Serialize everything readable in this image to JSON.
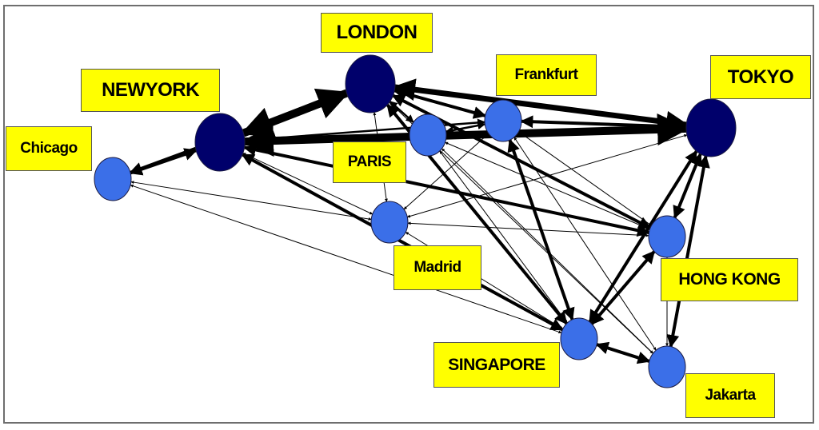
{
  "colors": {
    "global_city": "#00006b",
    "regional_city": "#3b6fe8",
    "label_bg": "#ffff00",
    "edge": "#000000"
  },
  "cities": {
    "london": "LONDON",
    "newyork": "NEWYORK",
    "tokyo": "TOKYO",
    "paris": "PARIS",
    "frankfurt": "Frankfurt",
    "chicago": "Chicago",
    "madrid": "Madrid",
    "hongkong": "HONG KONG",
    "singapore": "SINGAPORE",
    "jakarta": "Jakarta"
  },
  "node_tiers": {
    "london": "global",
    "newyork": "global",
    "tokyo": "global",
    "paris": "regional",
    "frankfurt": "regional",
    "chicago": "regional",
    "madrid": "regional",
    "hongkong": "regional",
    "singapore": "regional",
    "jakarta": "regional"
  },
  "edges": [
    {
      "from": "newyork",
      "to": "london",
      "weight": 5,
      "bidirectional": true
    },
    {
      "from": "chicago",
      "to": "newyork",
      "weight": 3,
      "bidirectional": true
    },
    {
      "from": "newyork",
      "to": "tokyo",
      "weight": 5,
      "bidirectional": true
    },
    {
      "from": "chicago",
      "to": "london",
      "weight": 3,
      "bidirectional": true
    },
    {
      "from": "london",
      "to": "tokyo",
      "weight": 4,
      "bidirectional": true
    },
    {
      "from": "london",
      "to": "frankfurt",
      "weight": 3,
      "bidirectional": true
    },
    {
      "from": "paris",
      "to": "london",
      "weight": 2,
      "bidirectional": true
    },
    {
      "from": "frankfurt",
      "to": "tokyo",
      "weight": 3,
      "bidirectional": true
    },
    {
      "from": "frankfurt",
      "to": "newyork",
      "weight": 2,
      "bidirectional": true
    },
    {
      "from": "paris",
      "to": "tokyo",
      "weight": 2,
      "bidirectional": true
    },
    {
      "from": "paris",
      "to": "frankfurt",
      "weight": 2,
      "bidirectional": true
    },
    {
      "from": "tokyo",
      "to": "hongkong",
      "weight": 3,
      "bidirectional": true
    },
    {
      "from": "tokyo",
      "to": "singapore",
      "weight": 3,
      "bidirectional": true
    },
    {
      "from": "tokyo",
      "to": "jakarta",
      "weight": 3,
      "bidirectional": true
    },
    {
      "from": "hongkong",
      "to": "singapore",
      "weight": 3,
      "bidirectional": true
    },
    {
      "from": "singapore",
      "to": "jakarta",
      "weight": 3,
      "bidirectional": true
    },
    {
      "from": "hongkong",
      "to": "jakarta",
      "weight": 1,
      "bidirectional": true
    },
    {
      "from": "newyork",
      "to": "hongkong",
      "weight": 3,
      "bidirectional": true
    },
    {
      "from": "newyork",
      "to": "singapore",
      "weight": 3,
      "bidirectional": true
    },
    {
      "from": "london",
      "to": "hongkong",
      "weight": 3,
      "bidirectional": true
    },
    {
      "from": "london",
      "to": "singapore",
      "weight": 3,
      "bidirectional": true
    },
    {
      "from": "frankfurt",
      "to": "singapore",
      "weight": 3,
      "bidirectional": true
    },
    {
      "from": "paris",
      "to": "singapore",
      "weight": 1,
      "bidirectional": true
    },
    {
      "from": "newyork",
      "to": "madrid",
      "weight": 1,
      "bidirectional": true
    },
    {
      "from": "chicago",
      "to": "madrid",
      "weight": 1,
      "bidirectional": true
    },
    {
      "from": "madrid",
      "to": "london",
      "weight": 1,
      "bidirectional": true
    },
    {
      "from": "madrid",
      "to": "tokyo",
      "weight": 1,
      "bidirectional": true
    },
    {
      "from": "madrid",
      "to": "frankfurt",
      "weight": 1,
      "bidirectional": true
    },
    {
      "from": "madrid",
      "to": "hongkong",
      "weight": 1,
      "bidirectional": true
    },
    {
      "from": "madrid",
      "to": "singapore",
      "weight": 1,
      "bidirectional": true
    },
    {
      "from": "chicago",
      "to": "singapore",
      "weight": 1,
      "bidirectional": true
    },
    {
      "from": "paris",
      "to": "hongkong",
      "weight": 1,
      "bidirectional": true
    },
    {
      "from": "frankfurt",
      "to": "hongkong",
      "weight": 1,
      "bidirectional": true
    },
    {
      "from": "london",
      "to": "jakarta",
      "weight": 1,
      "bidirectional": true
    },
    {
      "from": "paris",
      "to": "jakarta",
      "weight": 1,
      "bidirectional": true
    },
    {
      "from": "frankfurt",
      "to": "jakarta",
      "weight": 1,
      "bidirectional": true
    },
    {
      "from": "paris",
      "to": "newyork",
      "weight": 1,
      "bidirectional": true
    }
  ]
}
